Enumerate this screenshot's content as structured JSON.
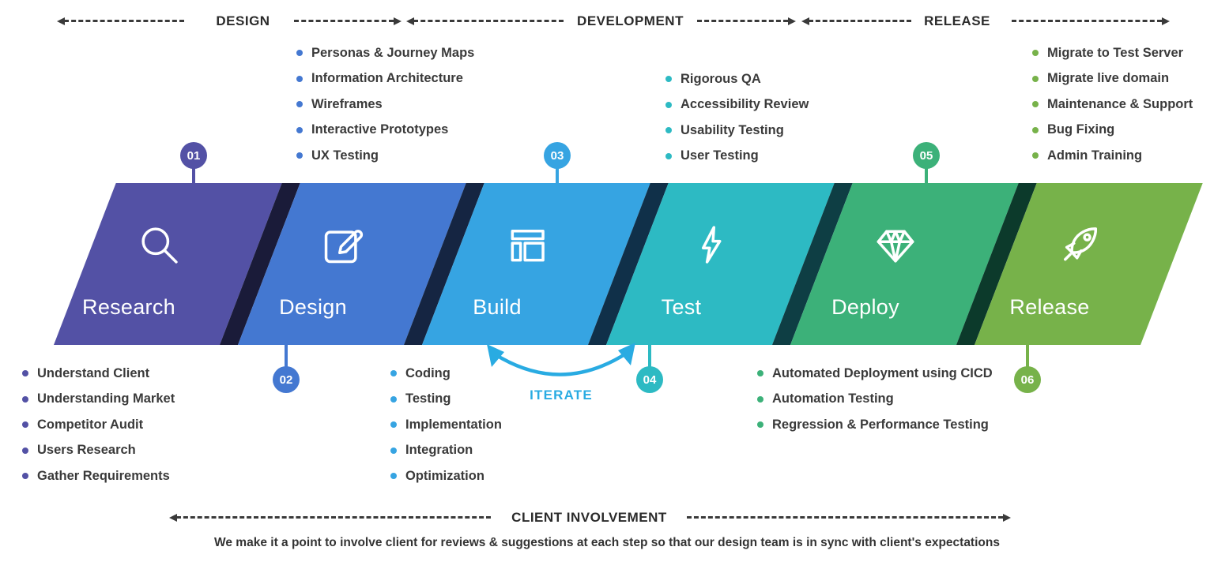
{
  "phase_bar": {
    "design": "DESIGN",
    "development": "DEVELOPMENT",
    "release": "RELEASE"
  },
  "stages": [
    {
      "num": "01",
      "label": "Research",
      "color": "#5351a5",
      "shadow_color": "#1a1b39",
      "icon": "magnifier-icon",
      "tasks": [
        "Understand Client",
        "Understanding Market",
        "Competitor Audit",
        "Users Research",
        "Gather Requirements"
      ]
    },
    {
      "num": "02",
      "label": "Design",
      "color": "#4478d1",
      "shadow_color": "#152542",
      "icon": "pencil-icon",
      "tasks": [
        "Personas & Journey Maps",
        "Information Architecture",
        "Wireframes",
        "Interactive Prototypes",
        "UX Testing"
      ]
    },
    {
      "num": "03",
      "label": "Build",
      "color": "#36a4e2",
      "shadow_color": "#103049",
      "icon": "layout-icon",
      "tasks": [
        "Coding",
        "Testing",
        "Implementation",
        "Integration",
        "Optimization"
      ]
    },
    {
      "num": "04",
      "label": "Test",
      "color": "#2dbac3",
      "shadow_color": "#0e3e44",
      "icon": "lightning-icon",
      "tasks": [
        "Rigorous QA",
        "Accessibility Review",
        "Usability Testing",
        "User Testing"
      ]
    },
    {
      "num": "05",
      "label": "Deploy",
      "color": "#3cb179",
      "shadow_color": "#0c3a2b",
      "icon": "diamond-icon",
      "tasks": [
        "Automated Deployment using CICD",
        "Automation Testing",
        "Regression & Performance Testing"
      ]
    },
    {
      "num": "06",
      "label": "Release",
      "color": "#77b24a",
      "shadow_color": null,
      "icon": "rocket-icon",
      "tasks": [
        "Migrate to Test Server",
        "Migrate live domain",
        "Maintenance & Support",
        "Bug Fixing",
        "Admin Training"
      ]
    }
  ],
  "iterate": {
    "label": "ITERATE",
    "color": "#29abe2"
  },
  "client_involvement": {
    "label": "CLIENT INVOLVEMENT",
    "description": "We make it a point to involve client for reviews & suggestions at each step so that our design team is in sync with client's expectations"
  },
  "connector_color": "#3a3a3a"
}
